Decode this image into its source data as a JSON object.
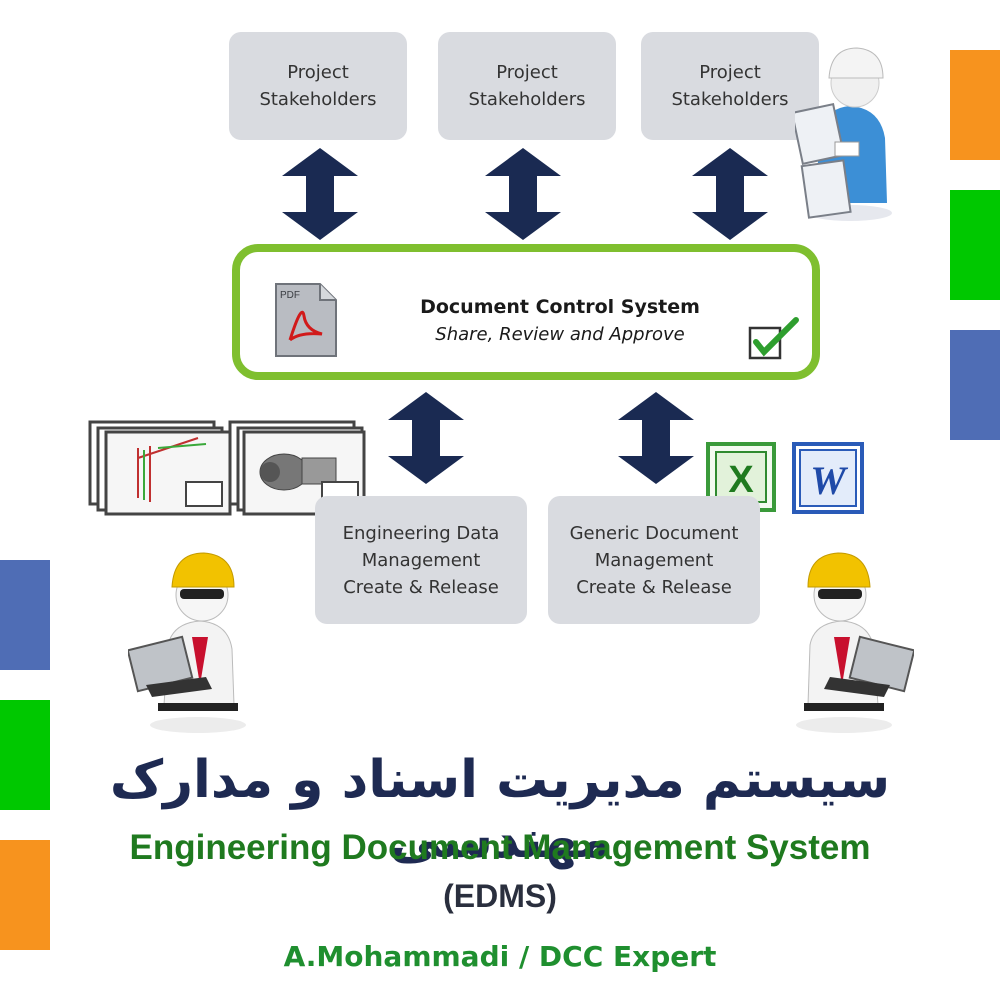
{
  "stakeholders": [
    {
      "line1": "Project",
      "line2": "Stakeholders"
    },
    {
      "line1": "Project",
      "line2": "Stakeholders"
    },
    {
      "line1": "Project",
      "line2": "Stakeholders"
    }
  ],
  "dcs": {
    "pdf_label": "PDF",
    "title": "Document Control System",
    "subtitle": "Share, Review and Approve"
  },
  "engineering_box": {
    "line1": "Engineering Data",
    "line2": "Management",
    "line3": "Create & Release"
  },
  "generic_box": {
    "line1": "Generic Document",
    "line2": "Management",
    "line3": "Create & Release"
  },
  "persian_title": "سیستم مدیریت اسناد و مدارک مهندسی",
  "english_title": "Engineering Document Management System",
  "abbreviation": "(EDMS)",
  "author": "A.Mohammadi / DCC Expert",
  "icons": {
    "excel": "X",
    "word": "W"
  },
  "colors": {
    "orange": "#f7931e",
    "green": "#00c800",
    "blue": "#4f6db5",
    "arrow": "#1a2a52",
    "frame": "#7fbf2f"
  }
}
